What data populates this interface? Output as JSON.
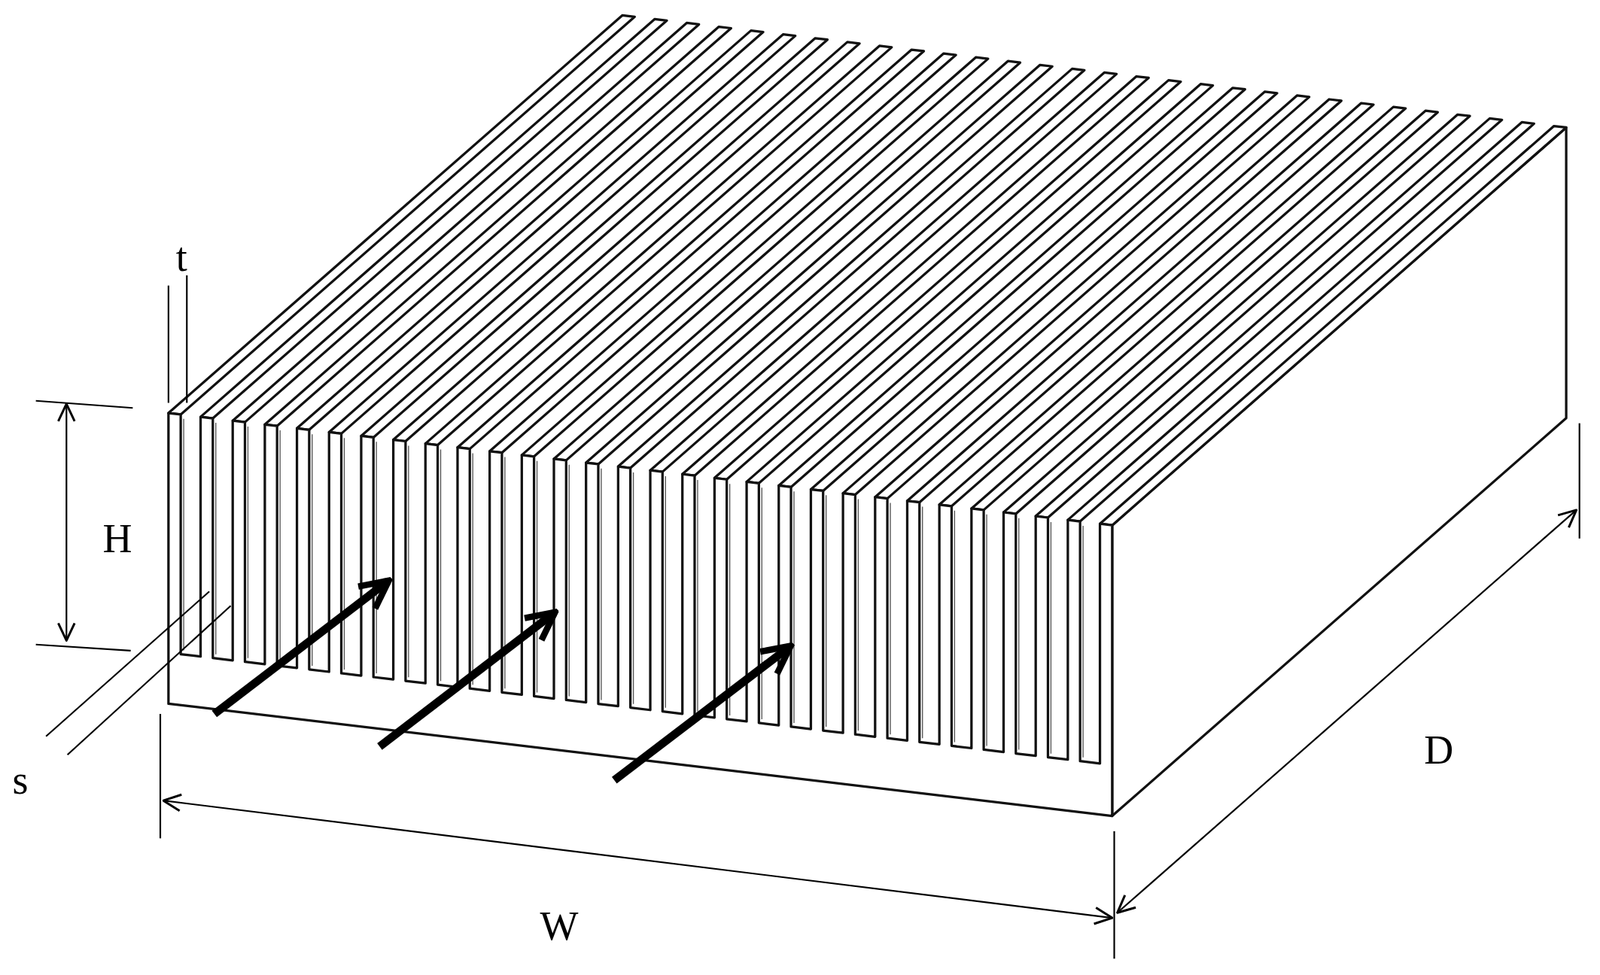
{
  "diagram": {
    "labels": [
      "t",
      "H",
      "s",
      "W",
      "D"
    ]
  }
}
